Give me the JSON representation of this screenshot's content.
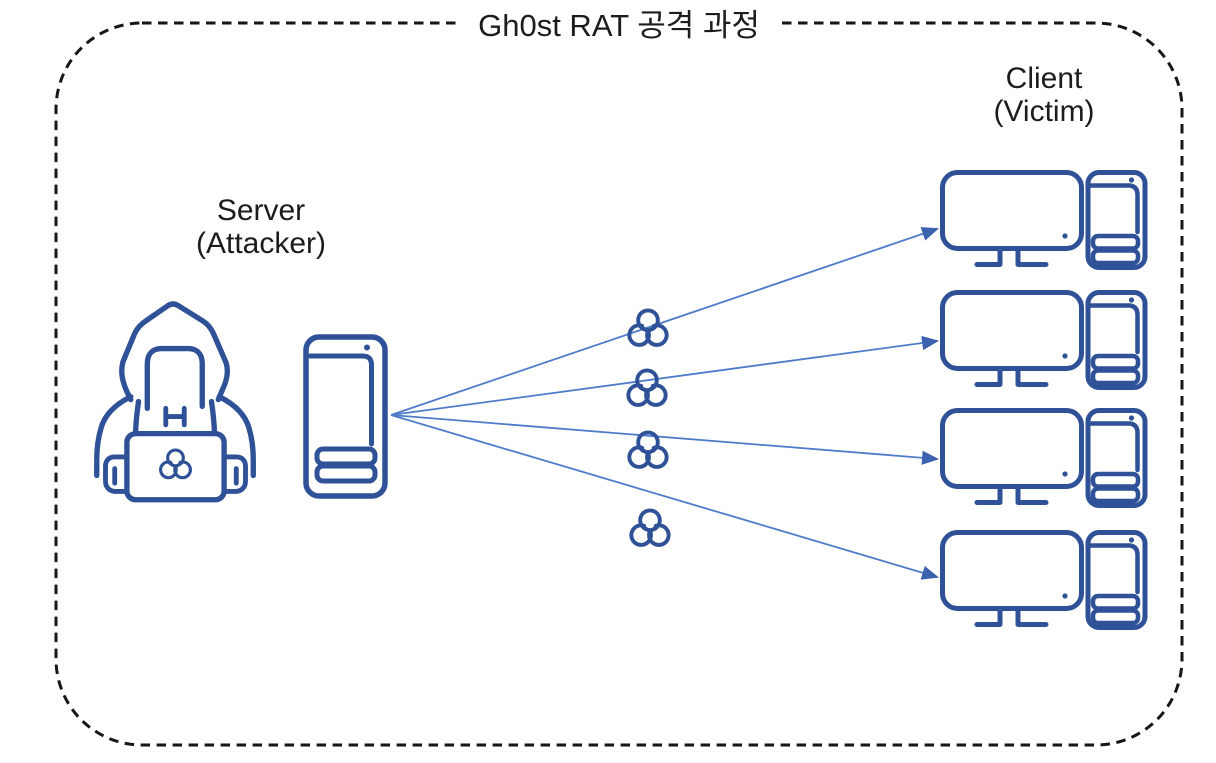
{
  "diagram": {
    "title": "Gh0st RAT 공격 과정",
    "attacker": {
      "label_lines": [
        "Server",
        "(Attacker)"
      ],
      "icons": [
        "hacker-hooded-laptop-icon",
        "server-tower-icon"
      ]
    },
    "victims": {
      "label_lines": [
        "Client",
        "(Victim)"
      ],
      "count": 4,
      "icon": "desktop-computer-with-tower-icon"
    },
    "attack": {
      "arrow_count": 4,
      "malware_icon": "biohazard-icon",
      "malware_icon_count": 4,
      "direction": "server-to-clients"
    },
    "colors": {
      "icon_stroke": "#2E5197",
      "arrow_line": "#4F7CC9",
      "arrow_head": "#3A62AE",
      "border": "#161616",
      "text": "#1C1C1C",
      "background": "#FFFFFF"
    }
  }
}
